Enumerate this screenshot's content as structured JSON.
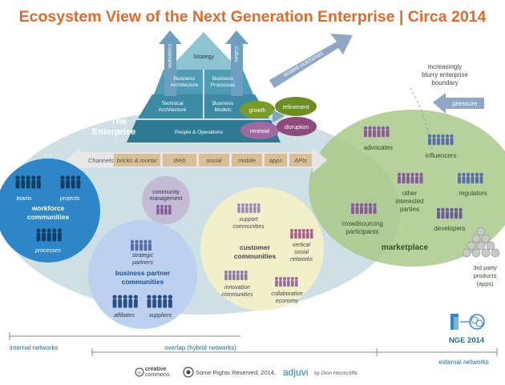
{
  "title": "Ecosystem View of the Next Generation Enterprise | Circa 2014",
  "pyramid": {
    "strategy": "Strategy",
    "business_architecture": [
      "Business",
      "Architecture"
    ],
    "business_processes": [
      "Business",
      "Processes"
    ],
    "technical_architecture": [
      "Technical",
      "Architecture"
    ],
    "business_models": [
      "Business",
      "Models"
    ],
    "people_operations": "People & Operations",
    "constraints": "Constraints",
    "culture": "Culture"
  },
  "cycle": {
    "growth": "growth",
    "refinement": "refinement",
    "renewal": "renewal",
    "disruption": "disruption"
  },
  "scaled_outcomes": "scaled outcomes",
  "boundary_note": [
    "increasingly",
    "blurry enterprise",
    "boundary"
  ],
  "pressure": "pressure",
  "enterprise": [
    "The",
    "Enterprise"
  ],
  "channels": {
    "label": "Channels",
    "items": [
      "bricks & mortar",
      "Web",
      "social",
      "mobile",
      "apps",
      "APIs"
    ]
  },
  "workforce": {
    "title": [
      "workforce",
      "communities"
    ],
    "teams": "teams",
    "projects": "projects",
    "processes": "processes"
  },
  "community_management": [
    "community",
    "management"
  ],
  "business_partner": {
    "title": [
      "business partner",
      "communities"
    ],
    "strategic": [
      "strategic",
      "partners"
    ],
    "affiliates": "affiliates",
    "suppliers": "suppliers"
  },
  "customer": {
    "title": [
      "customer",
      "communities"
    ],
    "support": [
      "support",
      "communities"
    ],
    "vertical": [
      "vertical",
      "social",
      "networks"
    ],
    "innovation": [
      "innovation",
      "communities"
    ],
    "collaborative": [
      "collaborative",
      "economy"
    ]
  },
  "marketplace": {
    "title": "marketplace",
    "advocates": "advocates",
    "influencers": "influencers",
    "other": [
      "other",
      "interested",
      "parties"
    ],
    "regulators": "regulators",
    "crowdsourcing": [
      "crowdsourcing",
      "participants"
    ],
    "developers": "developers"
  },
  "third_party": [
    "3rd party",
    "products",
    "(apps)"
  ],
  "networks": {
    "internal": "internal networks",
    "overlap": "overlap (hybrid networks)",
    "external": "external networks"
  },
  "nge_badge": "NGE 2014",
  "footer": {
    "cc": [
      "creative",
      "commons"
    ],
    "rights": "Some Rights Reserved. 2014.",
    "brand": "adjuvi",
    "byline": "by Dion Hinchcliffe"
  },
  "colors": {
    "title": "#e06a2a",
    "teal": "#1d6f8a",
    "pyramid": "#3d8aa4",
    "marketplace": "#a9c98a",
    "customer": "#f2f0c8",
    "partner": "#bcd0f0",
    "workforce": "#2e86c8",
    "channel": "#d8bf98"
  }
}
